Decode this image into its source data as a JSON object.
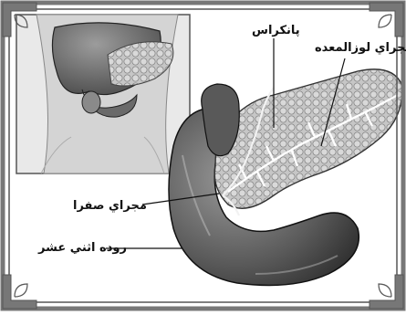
{
  "labels": {
    "pancreas": "پانکراس",
    "pancreatic_duct": "مجراي لوزالمعده",
    "bile_duct": "مجراي صفرا",
    "duodenum": "روده اثني عشر"
  },
  "colors": {
    "frame_border": "#6e6e6e",
    "background": "#ffffff",
    "organ_dark": "#555555",
    "organ_light": "#bdbdbd",
    "inset_background": "#e6e6e6"
  }
}
